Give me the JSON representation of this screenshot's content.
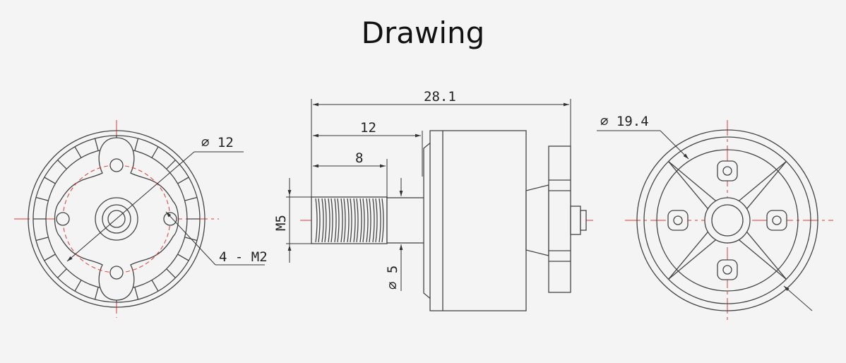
{
  "title": "Drawing",
  "front_view": {
    "diameter_label": "⌀ 12",
    "holes_label": "4 - M2"
  },
  "side_view": {
    "overall_length": "28.1",
    "shaft_length": "12",
    "thread_length": "8",
    "thread_label": "M5",
    "shaft_diameter": "⌀ 5"
  },
  "rear_view": {
    "diameter_label": "⌀ 19.4"
  },
  "colors": {
    "centerline": "#e53935",
    "outline": "#444444",
    "background": "#f4f4f4"
  }
}
